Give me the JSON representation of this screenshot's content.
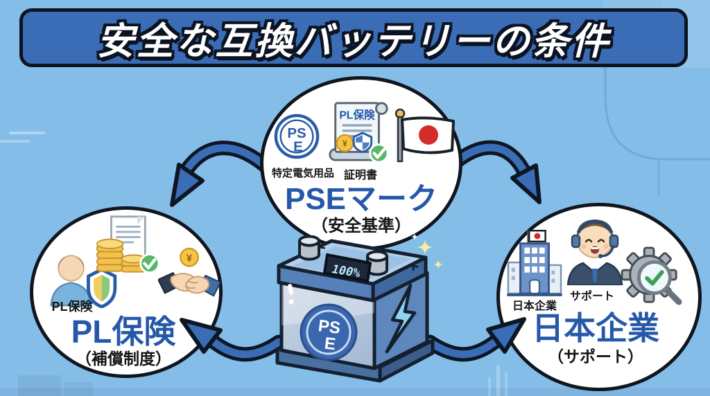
{
  "banner": {
    "title": "安全な互換バッテリーの条件"
  },
  "symbols": {
    "yen": "¥",
    "minus": "−",
    "plus": "+"
  },
  "colors": {
    "background": "#84bde8",
    "banner_blue": "#3a6db6",
    "node_text_blue": "#2658aa",
    "arrow_blue": "#3a6db6",
    "outline_dark": "#0d1623",
    "check_green": "#57b86a",
    "coin_gold": "#f2c14e",
    "flag_red": "#d42b2b"
  },
  "diagram": {
    "center": {
      "type": "battery-illustration",
      "charge_display": "100%",
      "pse_logo": {
        "line1": "PS",
        "line2": "E"
      }
    },
    "nodes": [
      {
        "id": "pse-mark",
        "label": "PSEマーク",
        "sublabel": "（安全基準）",
        "icons": [
          {
            "name": "pse-mark-icon",
            "caption": "特定電気用品",
            "text_top": "PS",
            "text_bottom": "E"
          },
          {
            "name": "certificate-icon",
            "caption": "証明書",
            "header": "PL保険"
          },
          {
            "name": "japan-flag-icon"
          }
        ]
      },
      {
        "id": "pl-insurance",
        "label": "PL保険",
        "sublabel": "（補償制度）",
        "icons": [
          {
            "name": "insured-person-shield-icon",
            "caption": "PL保険"
          },
          {
            "name": "coins-document-check-icon"
          },
          {
            "name": "handshake-yen-icon"
          }
        ]
      },
      {
        "id": "japan-company",
        "label": "日本企業",
        "sublabel": "（サポート）",
        "icons": [
          {
            "name": "company-building-icon",
            "caption": "日本企業"
          },
          {
            "name": "support-operator-icon",
            "caption": "サポート"
          },
          {
            "name": "gear-check-magnifier-icon"
          }
        ]
      }
    ]
  }
}
